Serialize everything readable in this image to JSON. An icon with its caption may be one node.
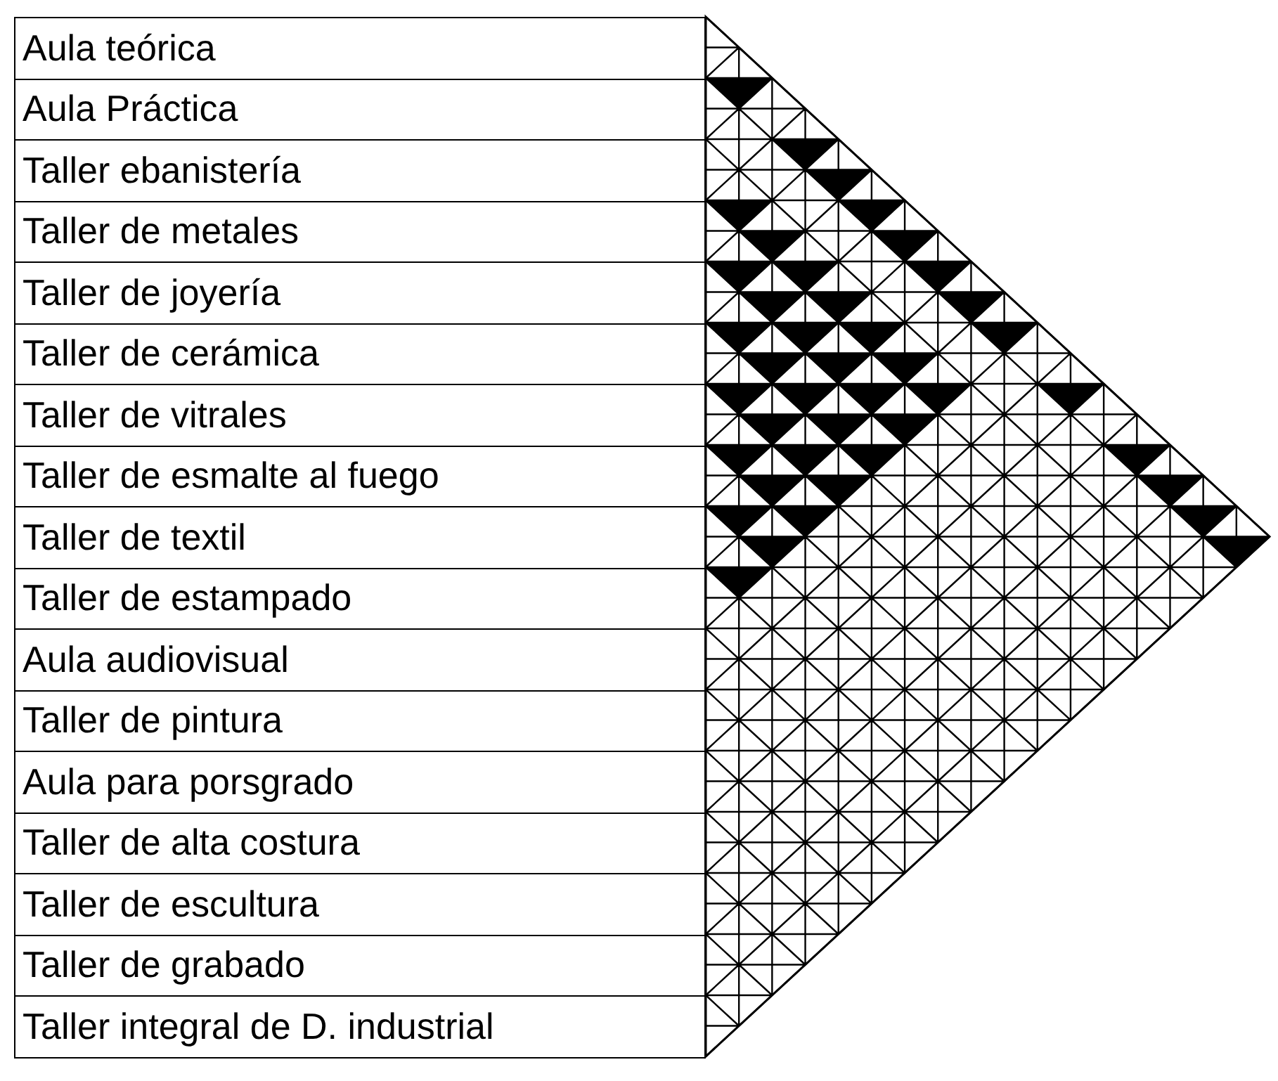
{
  "diagram": {
    "nodes": [
      {
        "text": [
          "Aula teórica"
        ]
      },
      {
        "text": [
          "Aula Práctica"
        ]
      },
      {
        "text": [
          "Taller ebanistería"
        ]
      },
      {
        "text": [
          "Taller de metales"
        ]
      },
      {
        "text": [
          "Taller de joyería"
        ]
      },
      {
        "text": [
          "Taller de cerámica"
        ]
      },
      {
        "text": [
          "Taller de vitrales"
        ]
      },
      {
        "text": [
          "Taller de esmalte al fuego"
        ]
      },
      {
        "text": [
          "Taller de textil"
        ]
      },
      {
        "text": [
          "Taller de estampado"
        ]
      },
      {
        "text": [
          "Aula audiovisual"
        ]
      },
      {
        "text": [
          "Taller de pintura"
        ]
      },
      {
        "text": [
          "Aula para porsgrado"
        ]
      },
      {
        "text": [
          "Taller de alta costura"
        ]
      },
      {
        "text": [
          "Taller de escultura"
        ]
      },
      {
        "text": [
          "Taller de grabado"
        ]
      },
      {
        "text": [
          "Taller integral de D. industrial"
        ]
      }
    ]
  }
}
